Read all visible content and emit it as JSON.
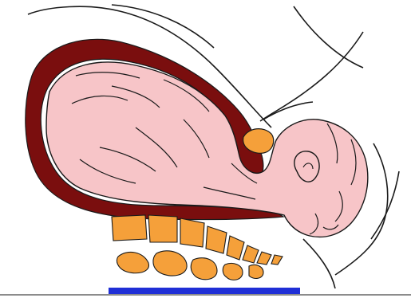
{
  "figure": {
    "colors": {
      "background": "#ffffff",
      "outline": "#1a1a1a",
      "uterus_wall": "#7a0e0e",
      "fetus_skin": "#f7c5c8",
      "bone": "#f5a03a",
      "table": "#1f2fd6"
    },
    "parts": [
      "maternal-body-outline",
      "uterus-wall",
      "fetus-body",
      "fetal-head",
      "fetal-ear",
      "maternal-spine",
      "pelvic-bones",
      "placenta-fragment",
      "delivery-table"
    ]
  }
}
